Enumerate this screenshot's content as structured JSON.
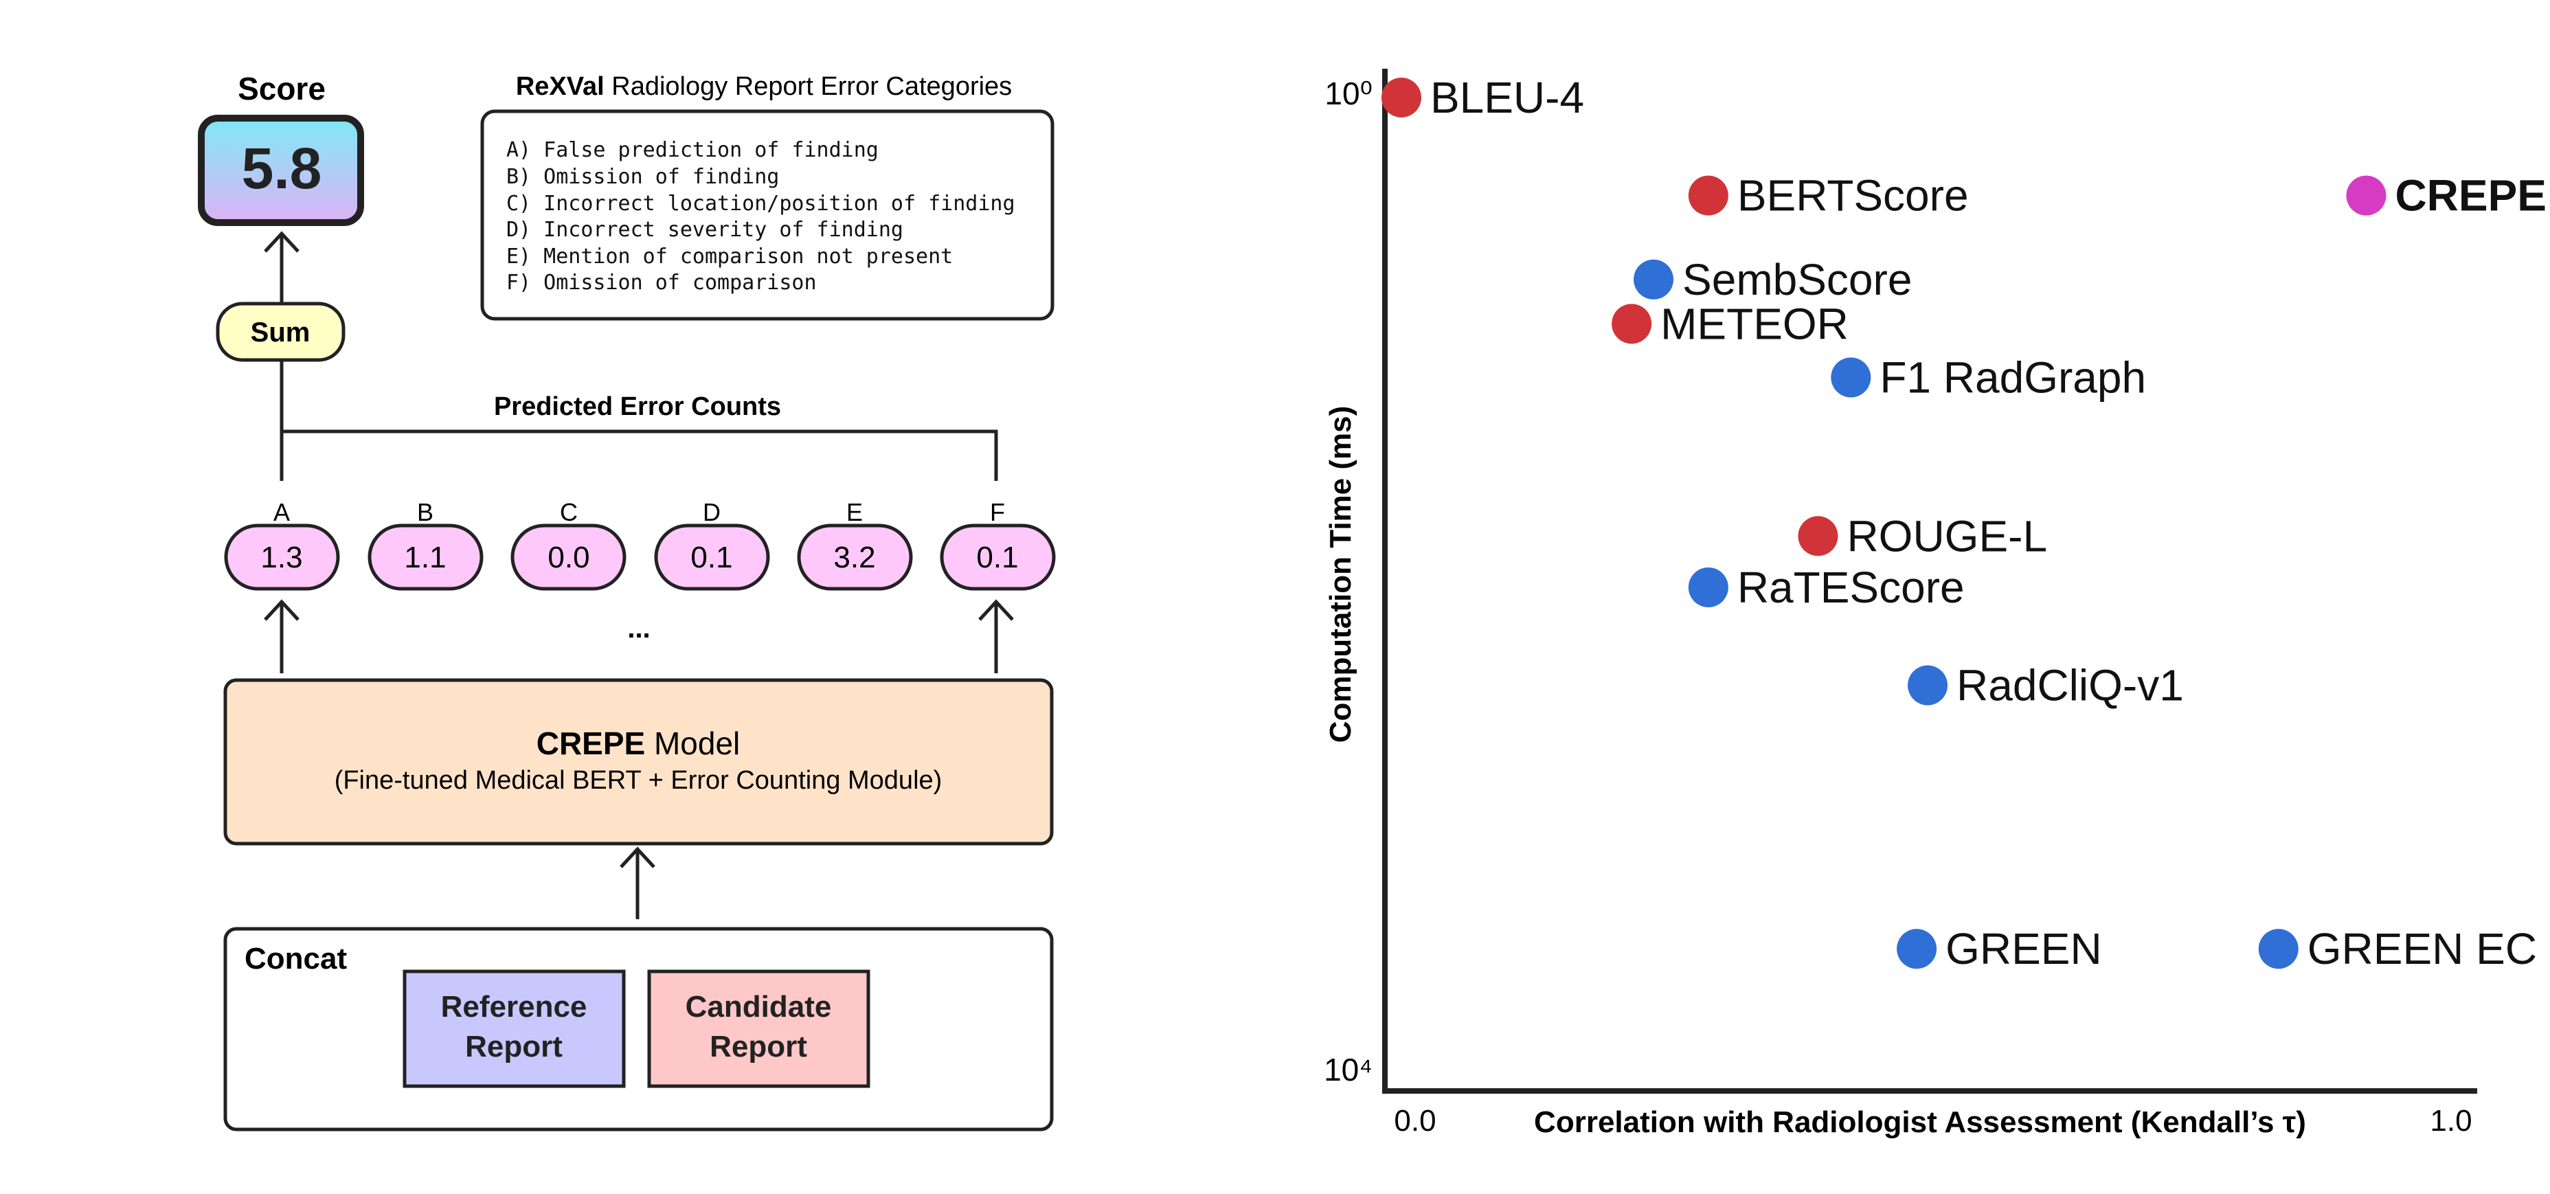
{
  "diagram": {
    "score_title": "Score",
    "score_value": "5.8",
    "sum_label": "Sum",
    "categories_title_bold": "ReXVal",
    "categories_title_rest": " Radiology Report Error Categories",
    "categories": [
      "A) False prediction of finding",
      "B) Omission of finding",
      "C) Incorrect location/position of finding",
      "D) Incorrect severity of finding",
      "E) Mention of comparison not present",
      "F) Omission of comparison"
    ],
    "predicted_label": "Predicted Error Counts",
    "counts": [
      {
        "letter": "A",
        "value": "1.3"
      },
      {
        "letter": "B",
        "value": "1.1"
      },
      {
        "letter": "C",
        "value": "0.0"
      },
      {
        "letter": "D",
        "value": "0.1"
      },
      {
        "letter": "E",
        "value": "3.2"
      },
      {
        "letter": "F",
        "value": "0.1"
      }
    ],
    "ellipsis": "...",
    "model_name_bold": "CREPE",
    "model_name_rest": " Model",
    "model_desc": "(Fine-tuned Medical BERT + Error Counting Module)",
    "concat_label": "Concat",
    "reference_line1": "Reference",
    "reference_line2": "Report",
    "candidate_line1": "Candidate",
    "candidate_line2": "Report"
  },
  "colors": {
    "red": "#d13438",
    "blue": "#2f6fd6",
    "magenta": "#d63bc4",
    "count_fill": "#ffc8fa",
    "model_fill": "#ffe3c9",
    "sum_fill": "#ffffc6",
    "reference_fill": "#c8c8ff",
    "candidate_fill": "#ffc8c8"
  },
  "chart_data": {
    "type": "scatter",
    "xlabel": "Correlation with Radiologist Assessment (Kendall’s τ)",
    "ylabel": "Computation Time (ms)",
    "xlim": [
      0.0,
      1.0
    ],
    "x_tick_labels": [
      "0.0",
      "1.0"
    ],
    "ylim_log10": [
      0,
      4
    ],
    "y_tick_labels": [
      "10⁰",
      "10⁴"
    ],
    "y_scale": "log",
    "points": [
      {
        "label": "BLEU-4",
        "x": 0.01,
        "log10_y": 0.0,
        "color": "red",
        "bold": false
      },
      {
        "label": "BERTScore",
        "x": 0.29,
        "log10_y": 0.42,
        "color": "red",
        "bold": false
      },
      {
        "label": "CREPE",
        "x": 0.89,
        "log10_y": 0.42,
        "color": "magenta",
        "bold": true
      },
      {
        "label": "SembScore",
        "x": 0.24,
        "log10_y": 0.78,
        "color": "blue",
        "bold": false
      },
      {
        "label": "METEOR",
        "x": 0.22,
        "log10_y": 0.97,
        "color": "red",
        "bold": false
      },
      {
        "label": "F1 RadGraph",
        "x": 0.42,
        "log10_y": 1.2,
        "color": "blue",
        "bold": false
      },
      {
        "label": "ROUGE-L",
        "x": 0.39,
        "log10_y": 1.88,
        "color": "red",
        "bold": false
      },
      {
        "label": "RaTEScore",
        "x": 0.29,
        "log10_y": 2.1,
        "color": "blue",
        "bold": false
      },
      {
        "label": "RadCliQ-v1",
        "x": 0.49,
        "log10_y": 2.52,
        "color": "blue",
        "bold": false
      },
      {
        "label": "GREEN",
        "x": 0.48,
        "log10_y": 3.65,
        "color": "blue",
        "bold": false
      },
      {
        "label": "GREEN EC",
        "x": 0.81,
        "log10_y": 3.65,
        "color": "blue",
        "bold": false
      }
    ]
  }
}
